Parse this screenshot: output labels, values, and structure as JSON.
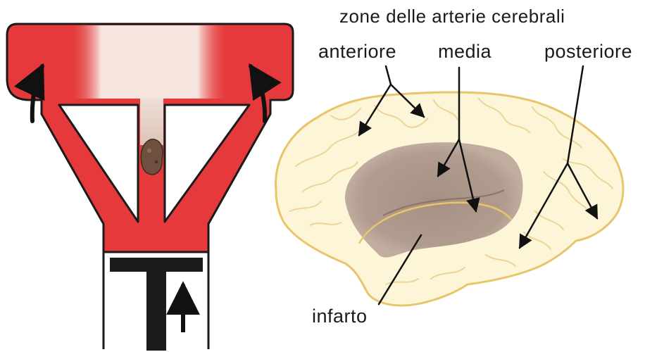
{
  "title": "zone delle arterie cerebrali",
  "labels": {
    "anteriore": "anteriore",
    "media": "media",
    "posteriore": "posteriore",
    "infarto": "infarto"
  },
  "colors": {
    "blood": "#e5393b",
    "clot": "#6e5040",
    "brain_fill": "#fdf5d8",
    "brain_outline": "#e8c56a",
    "infarct": "#a48e82",
    "arrows": "#111111"
  }
}
